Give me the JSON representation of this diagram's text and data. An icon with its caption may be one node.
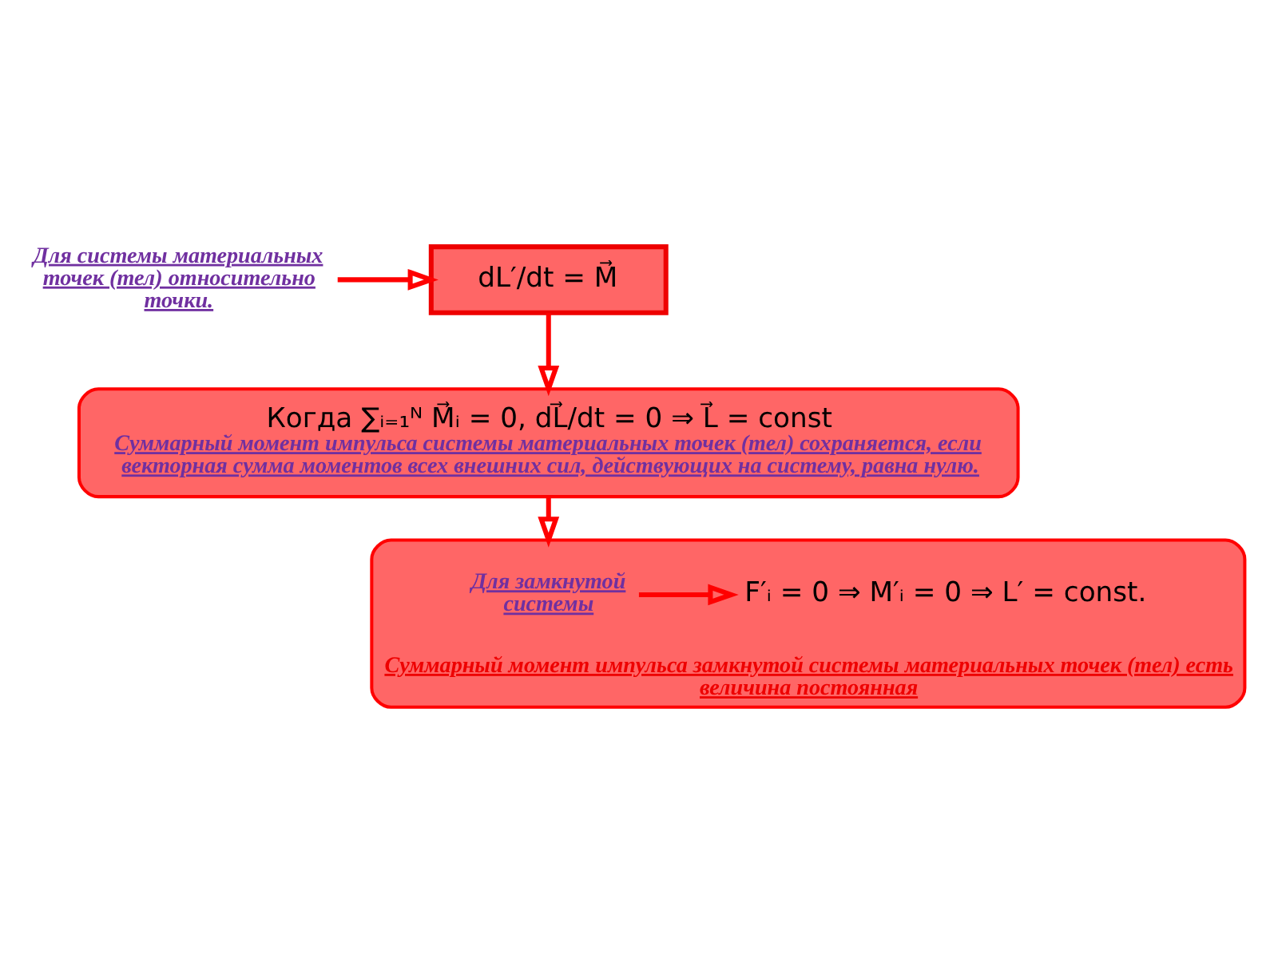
{
  "diagram": {
    "nodes": [
      {
        "text": [
          "Для системы материальных точек (тел) относительно точки."
        ]
      },
      {
        "text": [
          "dL′/dt = M⃗"
        ]
      },
      {
        "text": [
          "Когда ∑ᵢ₌₁ᴺ M⃗ᵢ = 0, dL⃗/dt = 0 ⇒ L⃗ = const",
          "Суммарный момент импульса системы материальных точек (тел) сохраняется, если векторная сумма моментов всех внешних сил, действующих на систему, равна нулю."
        ]
      },
      {
        "text": [
          "Суммарный момент импульса замкнутой системы материальных точек (тел) есть величина постоянная"
        ]
      },
      {
        "text": [
          "Для замкнутой системы"
        ],
        "in": 3
      },
      {
        "text": [
          "F′ᵢ = 0 ⇒ M′ᵢ = 0 ⇒ L′ = const."
        ],
        "in": 3
      }
    ],
    "edges": [
      {
        "from": 0,
        "to": 1,
        "arrow": "to"
      },
      {
        "from": 1,
        "to": 2,
        "arrow": "to"
      },
      {
        "from": 2,
        "to": 3,
        "arrow": "to"
      },
      {
        "from": 4,
        "to": 5,
        "arrow": "to"
      }
    ]
  }
}
